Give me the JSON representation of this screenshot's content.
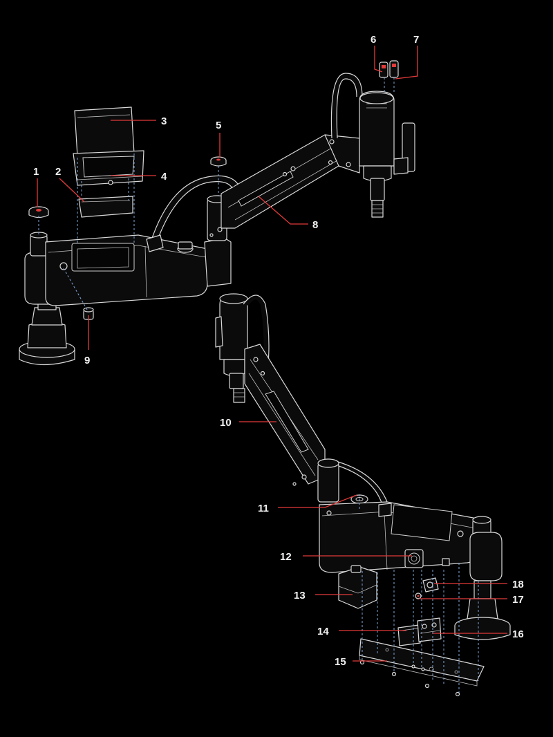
{
  "colors": {
    "background": "#000000",
    "line_art": "#d9d9d9",
    "leader": "#e23a3a",
    "explode_guides": "#7fa6d9",
    "label_text": "#f2f2f2"
  },
  "callouts": [
    {
      "id": "c1",
      "label": "1"
    },
    {
      "id": "c2",
      "label": "2"
    },
    {
      "id": "c3",
      "label": "3"
    },
    {
      "id": "c4",
      "label": "4"
    },
    {
      "id": "c5",
      "label": "5"
    },
    {
      "id": "c6",
      "label": "6"
    },
    {
      "id": "c7",
      "label": "7"
    },
    {
      "id": "c8",
      "label": "8"
    },
    {
      "id": "c9",
      "label": "9"
    },
    {
      "id": "c10",
      "label": "10"
    },
    {
      "id": "c11",
      "label": "11"
    },
    {
      "id": "c12",
      "label": "12"
    },
    {
      "id": "c13",
      "label": "13"
    },
    {
      "id": "c14",
      "label": "14"
    },
    {
      "id": "c15",
      "label": "15"
    },
    {
      "id": "c16",
      "label": "16"
    },
    {
      "id": "c17",
      "label": "17"
    },
    {
      "id": "c18",
      "label": "18"
    }
  ]
}
